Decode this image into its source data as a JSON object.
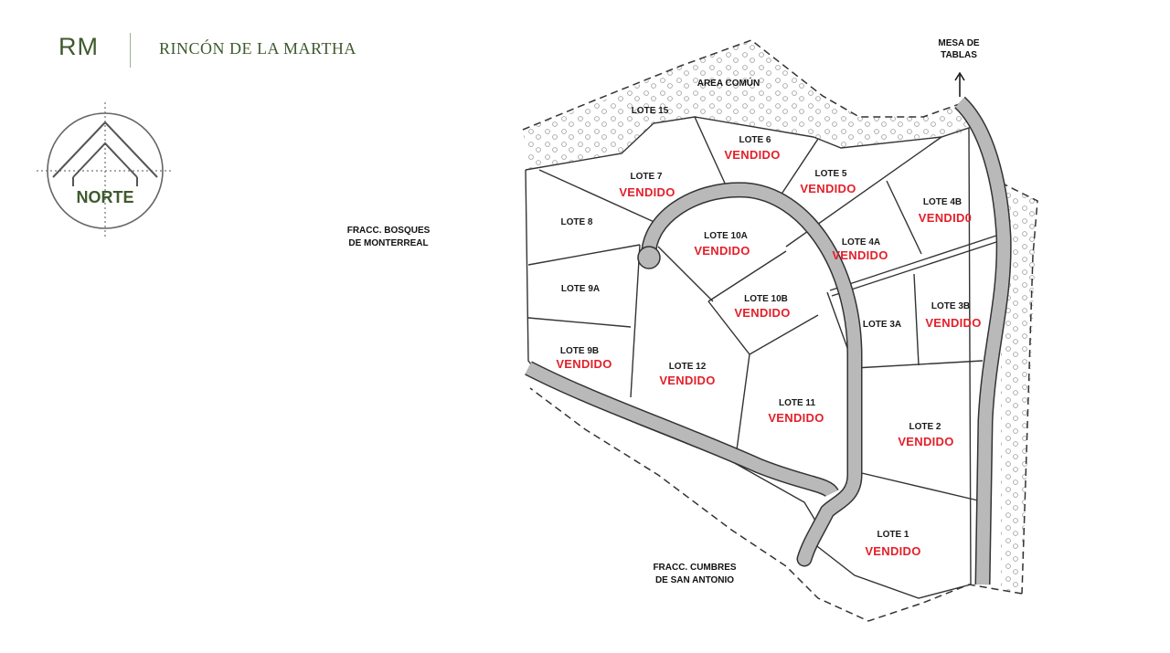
{
  "header": {
    "logo": "RM",
    "title": "RINCÓN DE LA MARTHA"
  },
  "compass": {
    "label": "NORTE",
    "icon": "north-arrow-icon"
  },
  "colors": {
    "brand": "#3f5a2e",
    "sold": "#e3202a",
    "road": "#b9b9b9"
  },
  "neighbors": {
    "west": [
      "FRACC. BOSQUES",
      "DE MONTERREAL"
    ],
    "south": [
      "FRACC. CUMBRES",
      "DE SAN ANTONIO"
    ],
    "northeast": [
      "MESA DE",
      "TABLAS"
    ],
    "common_area": "AREA COMÚN"
  },
  "lots": [
    {
      "name": "LOTE 15",
      "status": ""
    },
    {
      "name": "LOTE 6",
      "status": "VENDIDO"
    },
    {
      "name": "LOTE 7",
      "status": "VENDIDO"
    },
    {
      "name": "LOTE 5",
      "status": "VENDIDO"
    },
    {
      "name": "LOTE 4B",
      "status": "VENDID0"
    },
    {
      "name": "LOTE 8",
      "status": ""
    },
    {
      "name": "LOTE 10A",
      "status": "VENDIDO"
    },
    {
      "name": "LOTE 4A",
      "status": "VENDIDO"
    },
    {
      "name": "LOTE 9A",
      "status": ""
    },
    {
      "name": "LOTE 10B",
      "status": "VENDIDO"
    },
    {
      "name": "LOTE 3A",
      "status": ""
    },
    {
      "name": "LOTE 3B",
      "status": "VENDIDO"
    },
    {
      "name": "LOTE 9B",
      "status": "VENDIDO"
    },
    {
      "name": "LOTE 12",
      "status": "VENDIDO"
    },
    {
      "name": "LOTE 11",
      "status": "VENDIDO"
    },
    {
      "name": "LOTE 2",
      "status": "VENDIDO"
    },
    {
      "name": "LOTE 1",
      "status": "VENDIDO"
    }
  ]
}
